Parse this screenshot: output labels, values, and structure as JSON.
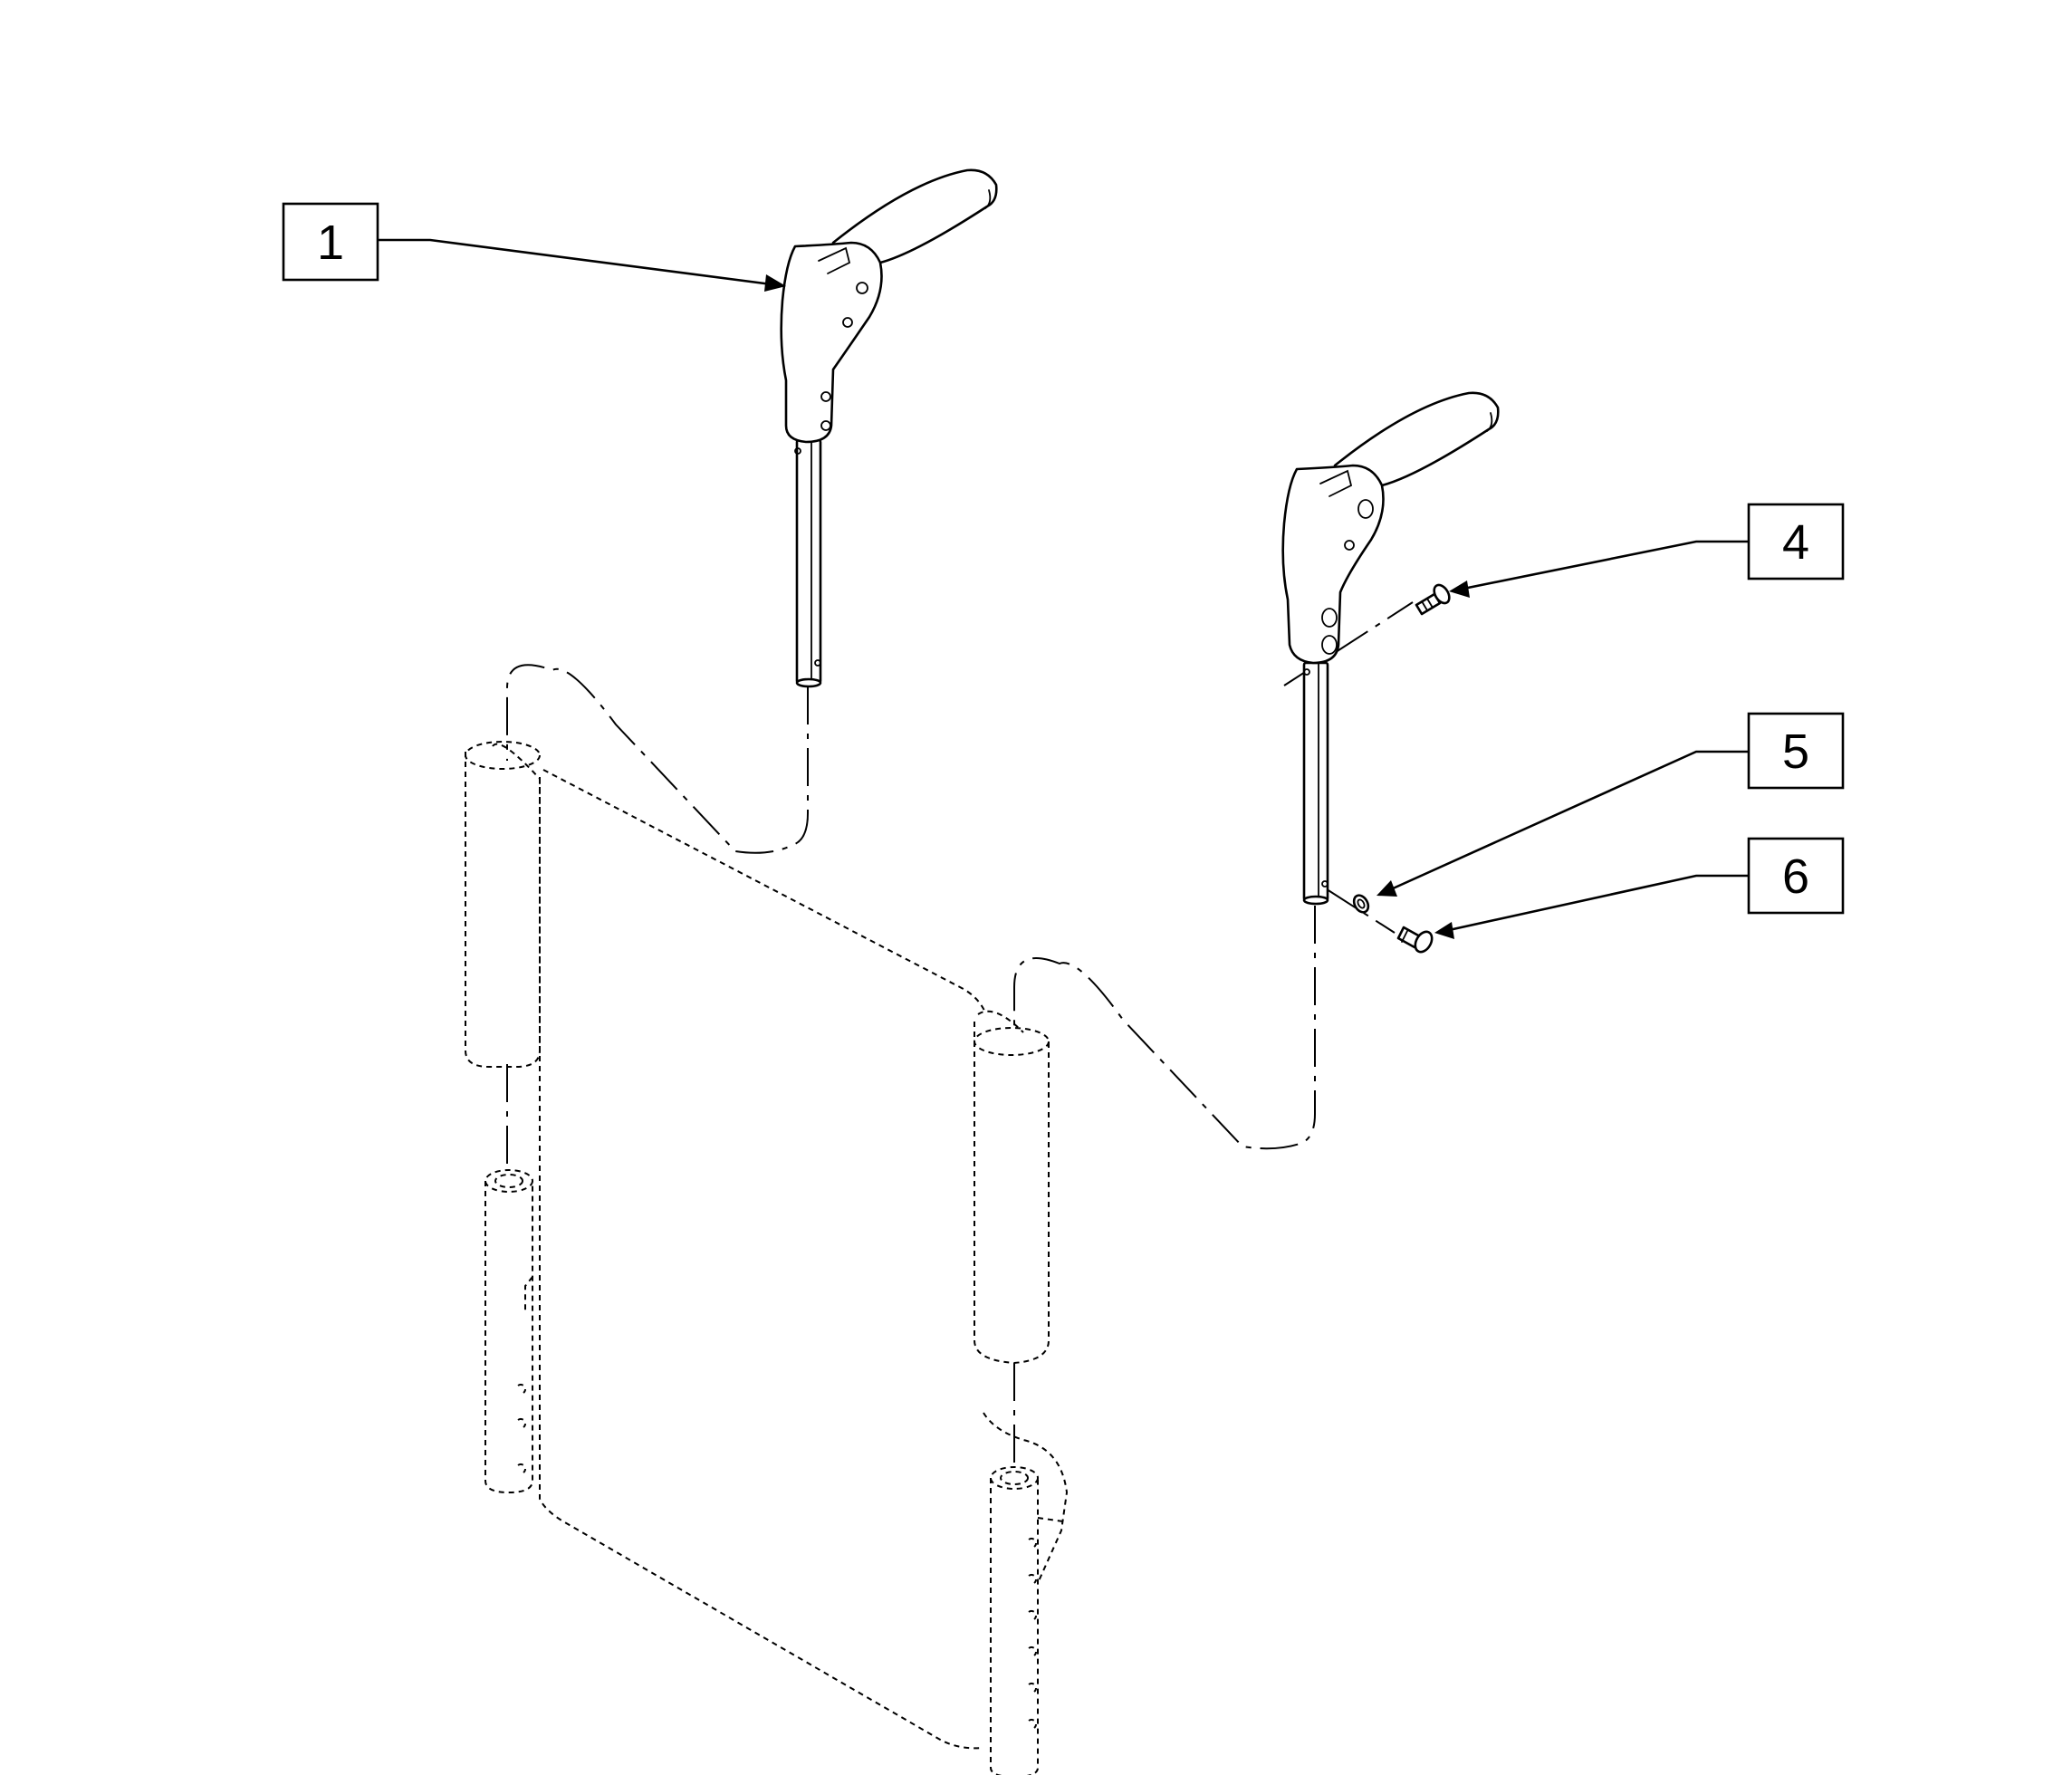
{
  "callouts": [
    {
      "id": "1",
      "label": "1"
    },
    {
      "id": "4",
      "label": "4"
    },
    {
      "id": "5",
      "label": "5"
    },
    {
      "id": "6",
      "label": "6"
    }
  ],
  "colors": {
    "line": "#000000",
    "background": "#ffffff"
  }
}
